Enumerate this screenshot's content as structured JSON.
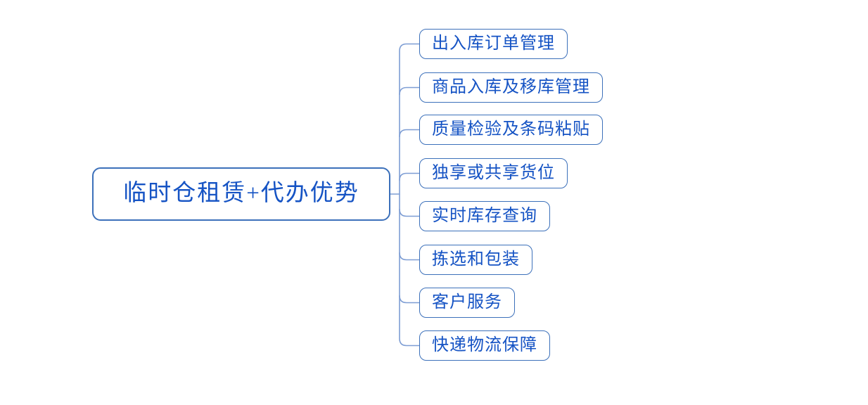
{
  "diagram": {
    "type": "mindmap",
    "root": {
      "label": "临时仓租赁+代办优势"
    },
    "children": [
      {
        "label": "出入库订单管理"
      },
      {
        "label": "商品入库及移库管理"
      },
      {
        "label": "质量检验及条码粘贴"
      },
      {
        "label": "独享或共享货位"
      },
      {
        "label": "实时库存查询"
      },
      {
        "label": "拣选和包装"
      },
      {
        "label": "客户服务"
      },
      {
        "label": "快递物流保障"
      }
    ],
    "colors": {
      "background": "#ffffff",
      "node_border": "#3c70ba",
      "connector_line": "#7d9dd4",
      "text": "#1553c4"
    }
  }
}
